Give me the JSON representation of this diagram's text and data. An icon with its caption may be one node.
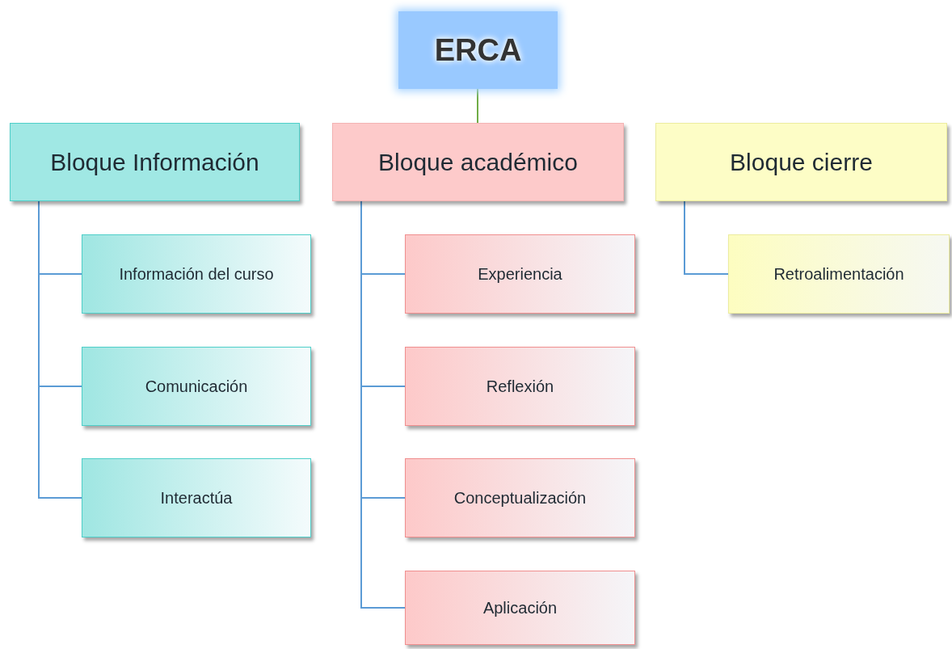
{
  "diagram": {
    "nodes": [
      {
        "text": [
          "ERCA"
        ]
      },
      {
        "text": [
          "Bloque Información"
        ]
      },
      {
        "text": [
          "Bloque académico"
        ]
      },
      {
        "text": [
          "Bloque cierre"
        ]
      },
      {
        "text": [
          "Información del curso"
        ]
      },
      {
        "text": [
          "Comunicación"
        ]
      },
      {
        "text": [
          "Interactúa"
        ]
      },
      {
        "text": [
          "Experiencia"
        ]
      },
      {
        "text": [
          "Reflexión"
        ]
      },
      {
        "text": [
          "Conceptualización"
        ]
      },
      {
        "text": [
          "Aplicación"
        ]
      },
      {
        "text": [
          "Retroalimentación"
        ]
      }
    ],
    "edges": [
      {
        "from": 0,
        "to": 2,
        "arrow": "none",
        "color": "#70ad47"
      },
      {
        "from": 1,
        "to": 4,
        "arrow": "none"
      },
      {
        "from": 1,
        "to": 5,
        "arrow": "none"
      },
      {
        "from": 1,
        "to": 6,
        "arrow": "none"
      },
      {
        "from": 2,
        "to": 7,
        "arrow": "none"
      },
      {
        "from": 2,
        "to": 8,
        "arrow": "none"
      },
      {
        "from": 2,
        "to": 9,
        "arrow": "none"
      },
      {
        "from": 2,
        "to": 10,
        "arrow": "none"
      },
      {
        "from": 3,
        "to": 11,
        "arrow": "none"
      }
    ]
  }
}
